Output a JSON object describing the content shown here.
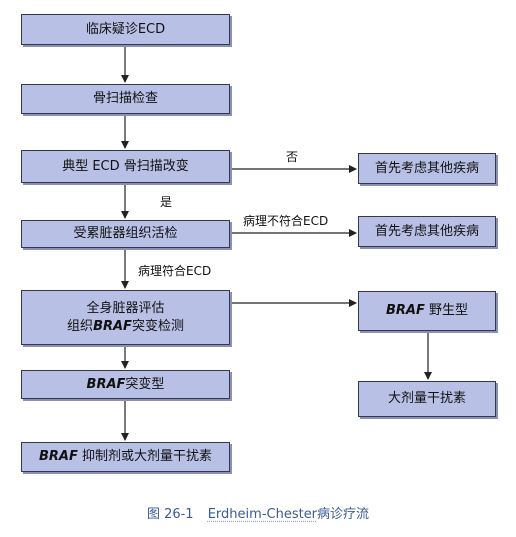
{
  "boxes": {
    "b1": "临床疑诊ECD",
    "b2": "骨扫描检查",
    "b3": "典型 ECD 骨扫描改变",
    "b4": "受累脏器组织活检",
    "b5_line1": "全身脏器评估",
    "b5_line2_pre": "组织",
    "b5_line2_gene": "BRAF",
    "b5_line2_post": "突变检测",
    "b6_gene": "BRAF",
    "b6_post": "突变型",
    "b7_gene": "BRAF",
    "b7_post": " 抑制剂或大剂量干扰素",
    "r1": "首先考虑其他疾病",
    "r2": "首先考虑其他疾病",
    "r3_gene": "BRAF",
    "r3_post": " 野生型",
    "r4": "大剂量干扰素"
  },
  "labels": {
    "no": "否",
    "yes": "是",
    "not_match": "病理不符合ECD",
    "match": "病理符合ECD"
  },
  "caption": {
    "number": "图 26-1",
    "title_en": "Erdheim-Chester",
    "title_zh": "病诊疗流"
  }
}
